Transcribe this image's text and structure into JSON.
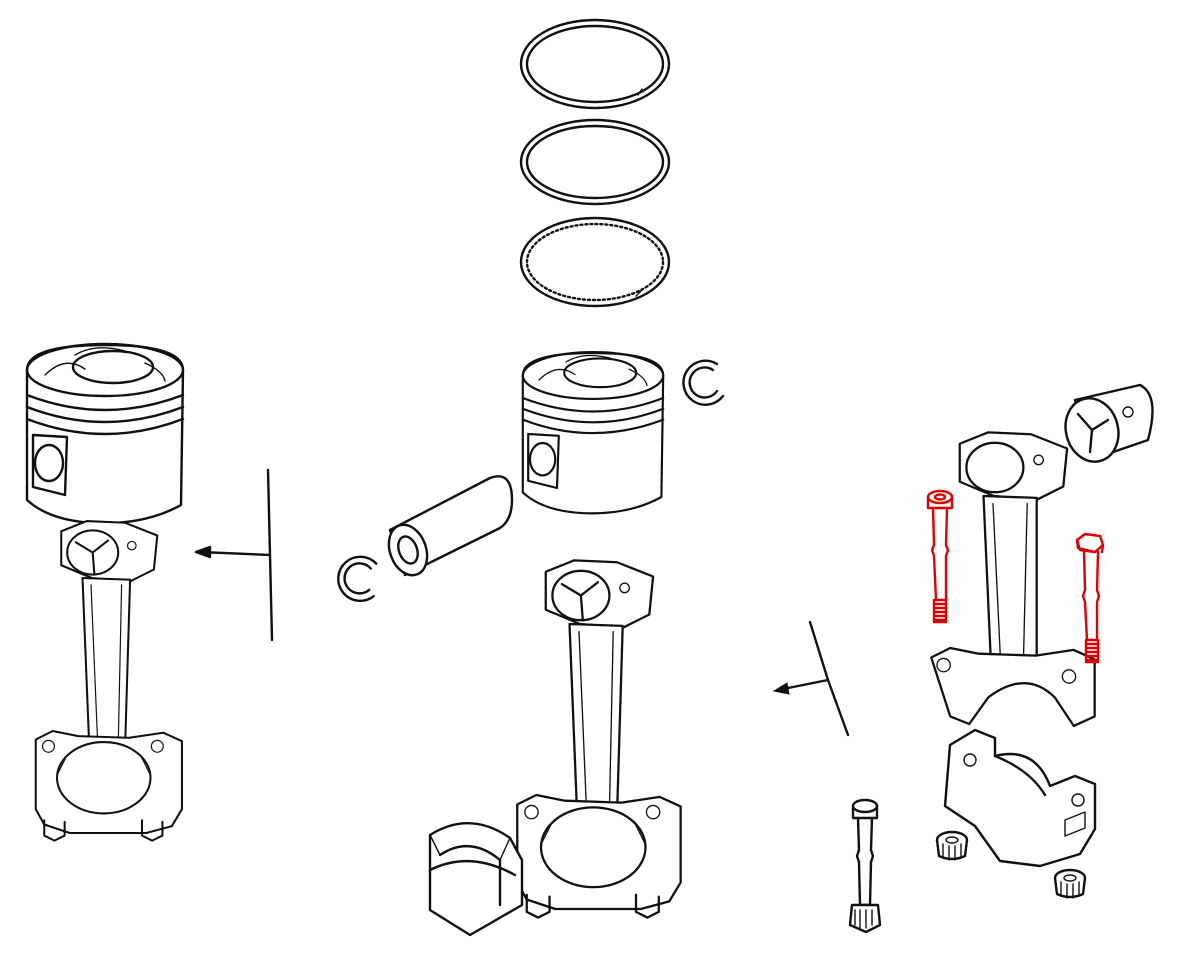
{
  "diagram": {
    "background": "#ffffff",
    "line_color": "#111111",
    "highlight_color": "#e00000",
    "parts": [
      "piston-ring-top",
      "piston-ring-middle",
      "piston-ring-oil",
      "piston",
      "piston-pin",
      "circlip-left",
      "circlip-right",
      "connecting-rod",
      "bearing-shell",
      "small-end-bushing",
      "rod-bolt",
      "rod-nut",
      "fitted-bolt"
    ]
  }
}
